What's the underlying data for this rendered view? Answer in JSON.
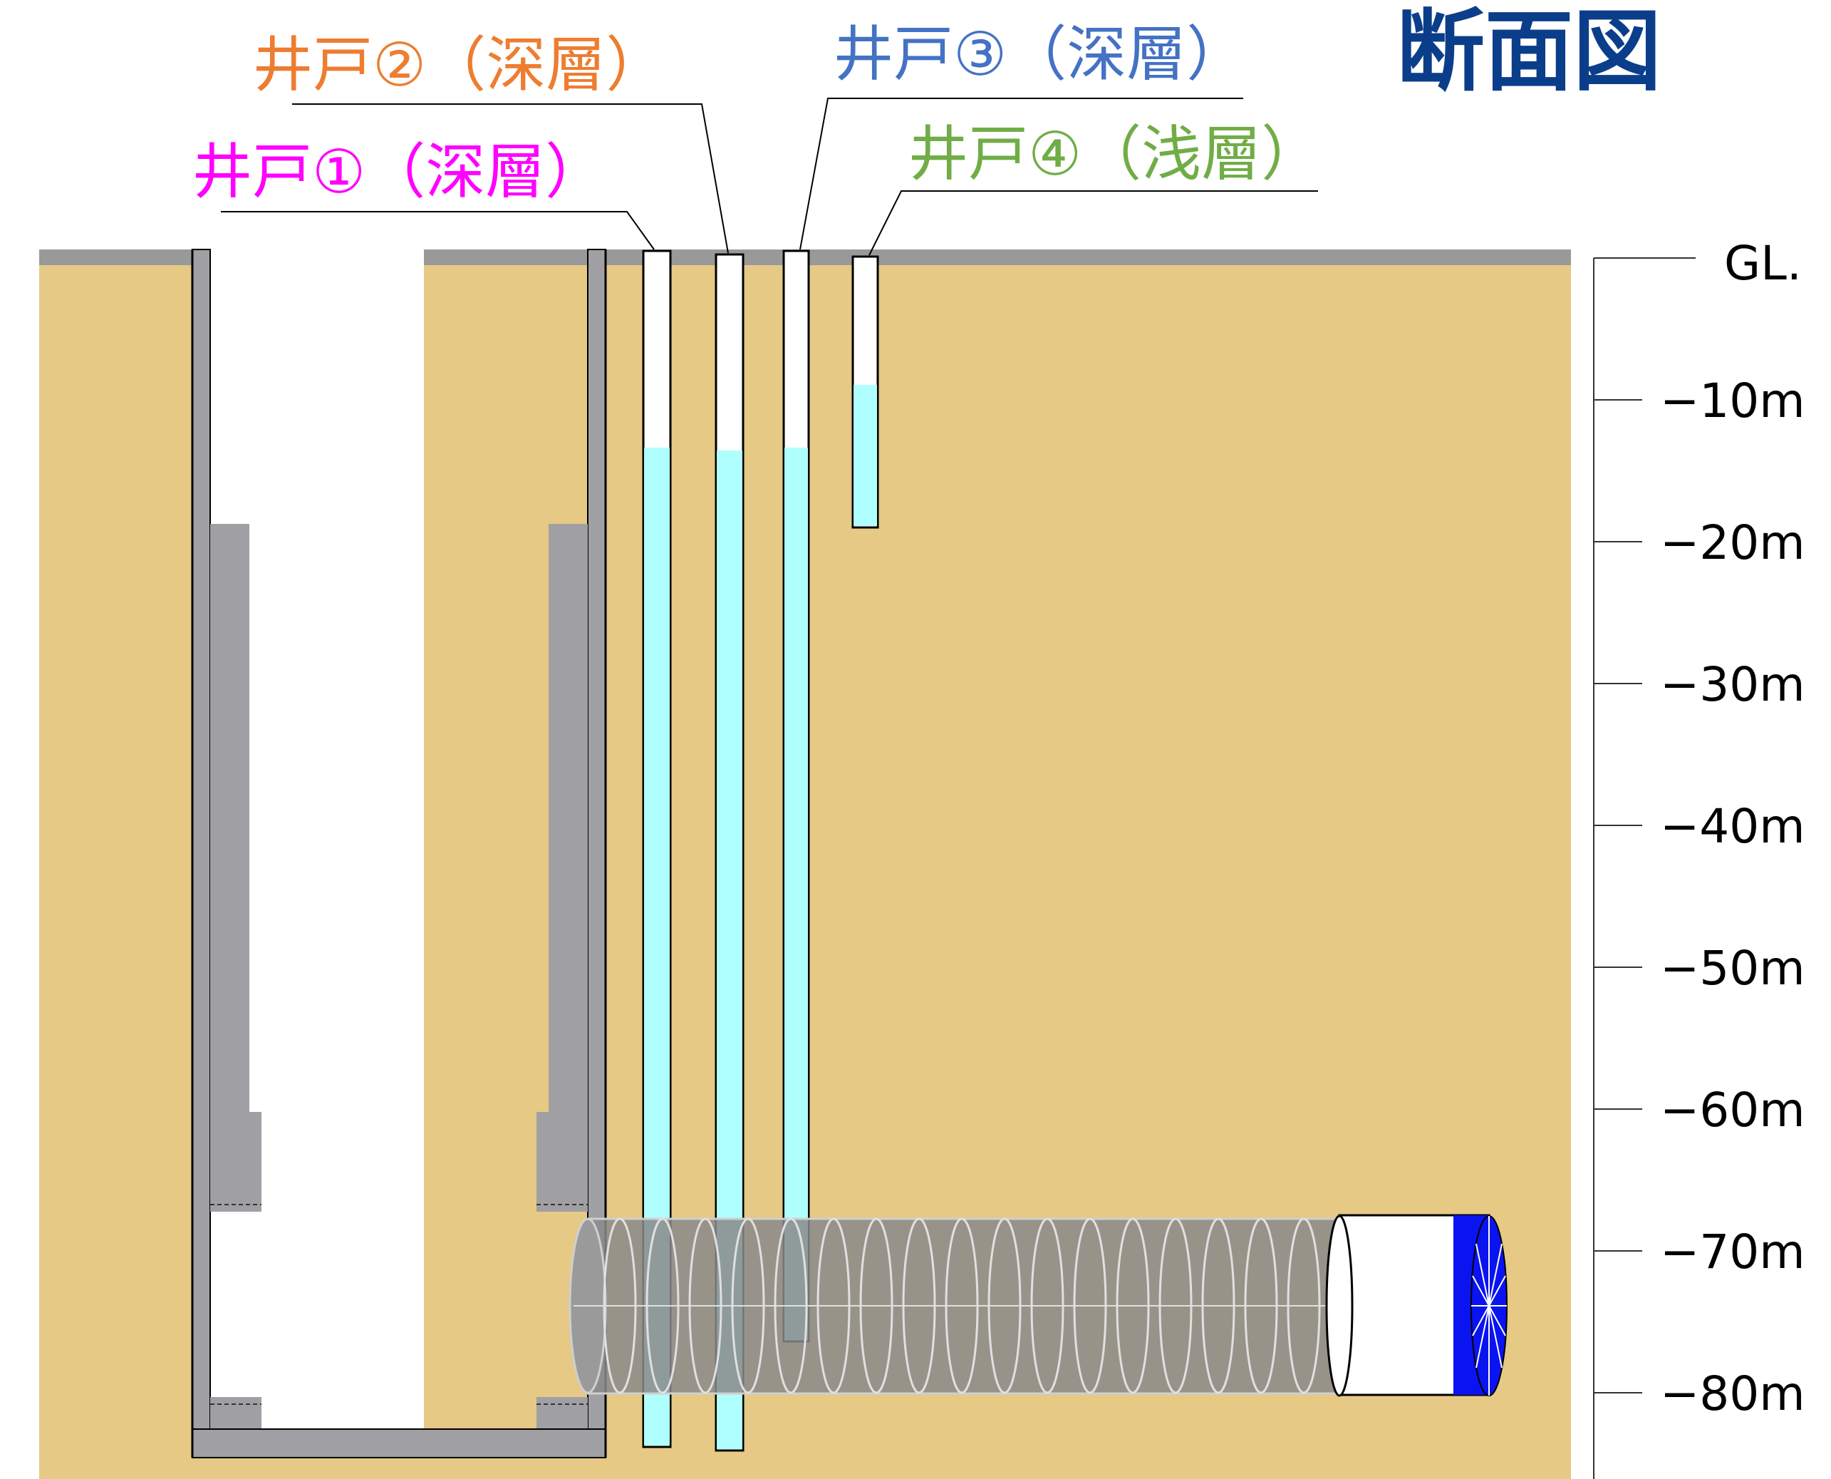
{
  "title": "断面図",
  "wells": [
    {
      "label": "井戸①（深層）",
      "color": "#ff00ff"
    },
    {
      "label": "井戸②（深層）",
      "color": "#ed7d31"
    },
    {
      "label": "井戸③（深層）",
      "color": "#4472c4"
    },
    {
      "label": "井戸④（浅層）",
      "color": "#70ad47"
    }
  ],
  "depth_scale": {
    "ground_label": "GL.",
    "ticks": [
      "−10m",
      "−20m",
      "−30m",
      "−40m",
      "−50m",
      "−60m",
      "−70m",
      "−80m"
    ]
  },
  "colors": {
    "soil": "#e5c985",
    "surface": "#999999",
    "concrete": "#a0a0a4",
    "water": "#b0ffff",
    "tunnel": "#8a8a8a",
    "cutter": "#0a14f0",
    "title": "#0b3e8a"
  }
}
